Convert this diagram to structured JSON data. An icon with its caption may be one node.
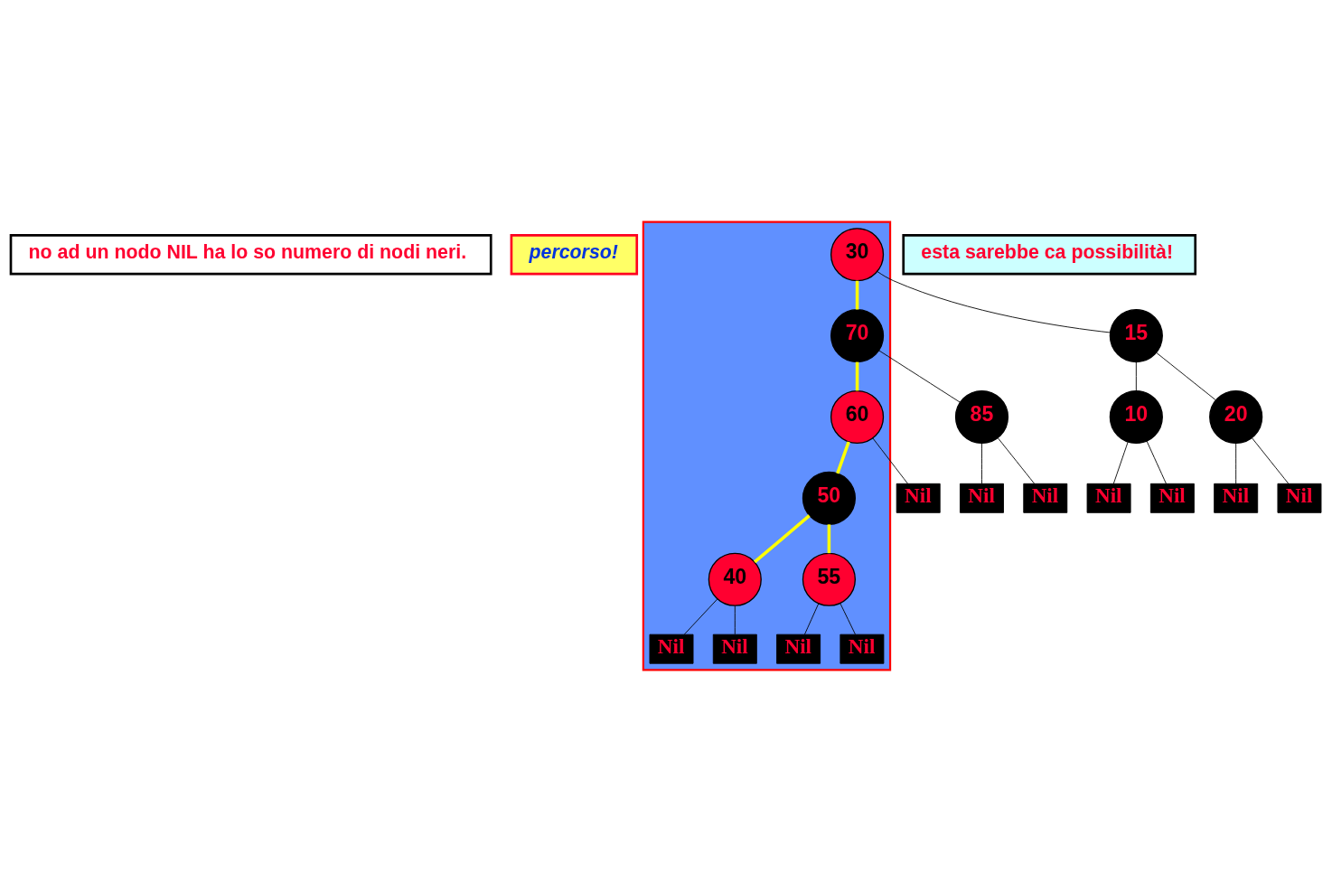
{
  "diagram": {
    "nodes": [
      {
        "text": [
          "no ad un nodo NIL ha lo so numero di nodi neri."
        ]
      },
      {
        "text": [
          "percorso!"
        ]
      },
      {
        "text": [],
        "shape": "polygon"
      },
      {
        "text": [
          "30"
        ],
        "in": 2
      },
      {
        "text": [
          "15"
        ]
      },
      {
        "text": [
          "70"
        ],
        "in": 2
      },
      {
        "text": [
          "10"
        ]
      },
      {
        "text": [
          "20"
        ]
      },
      {
        "text": [
          "60"
        ],
        "in": 2
      },
      {
        "text": [
          "85"
        ]
      },
      {
        "text": [
          "Nil"
        ]
      },
      {
        "text": [
          "Nil"
        ]
      },
      {
        "text": [
          "Nil"
        ]
      },
      {
        "text": [
          "Nil"
        ]
      },
      {
        "text": [
          "50"
        ],
        "in": 2
      },
      {
        "text": [
          "Nil"
        ]
      },
      {
        "text": [
          "Nil"
        ]
      },
      {
        "text": [
          "Nil"
        ]
      },
      {
        "text": [
          "40"
        ],
        "in": 2
      },
      {
        "text": [
          "55"
        ],
        "in": 2
      },
      {
        "text": [
          "Nil"
        ],
        "in": 2
      },
      {
        "text": [
          "Nil"
        ],
        "in": 2
      },
      {
        "text": [
          "Nil"
        ],
        "in": 2
      },
      {
        "text": [
          "Nil"
        ],
        "in": 2
      },
      {
        "text": [
          "esta sarebbe ca possibilità!"
        ]
      }
    ],
    "edges": [
      {
        "from": 3,
        "to": 4,
        "arrow": "none"
      },
      {
        "from": 3,
        "to": 5,
        "arrow": "none",
        "color": "#ffff00",
        "style": "thick"
      },
      {
        "from": 4,
        "to": 6,
        "arrow": "none"
      },
      {
        "from": 4,
        "to": 7,
        "arrow": "none"
      },
      {
        "from": 5,
        "to": 8,
        "arrow": "none",
        "color": "#ffff00",
        "style": "thick"
      },
      {
        "from": 5,
        "to": 9,
        "arrow": "none"
      },
      {
        "from": 6,
        "to": 10,
        "arrow": "none"
      },
      {
        "from": 6,
        "to": 11,
        "arrow": "none"
      },
      {
        "from": 7,
        "to": 12,
        "arrow": "none"
      },
      {
        "from": 7,
        "to": 13,
        "arrow": "none"
      },
      {
        "from": 8,
        "to": 14,
        "arrow": "none",
        "color": "#ffff00",
        "style": "thick"
      },
      {
        "from": 8,
        "to": 15,
        "arrow": "none"
      },
      {
        "from": 9,
        "to": 16,
        "arrow": "none"
      },
      {
        "from": 9,
        "to": 17,
        "arrow": "none"
      },
      {
        "from": 14,
        "to": 18,
        "arrow": "none",
        "color": "#ffff00",
        "style": "thick"
      },
      {
        "from": 14,
        "to": 19,
        "arrow": "none",
        "color": "#ffff00",
        "style": "thick"
      },
      {
        "from": 18,
        "to": 20,
        "arrow": "none"
      },
      {
        "from": 18,
        "to": 21,
        "arrow": "none"
      },
      {
        "from": 19,
        "to": 22,
        "arrow": "none"
      },
      {
        "from": 19,
        "to": 23,
        "arrow": "none"
      }
    ]
  }
}
